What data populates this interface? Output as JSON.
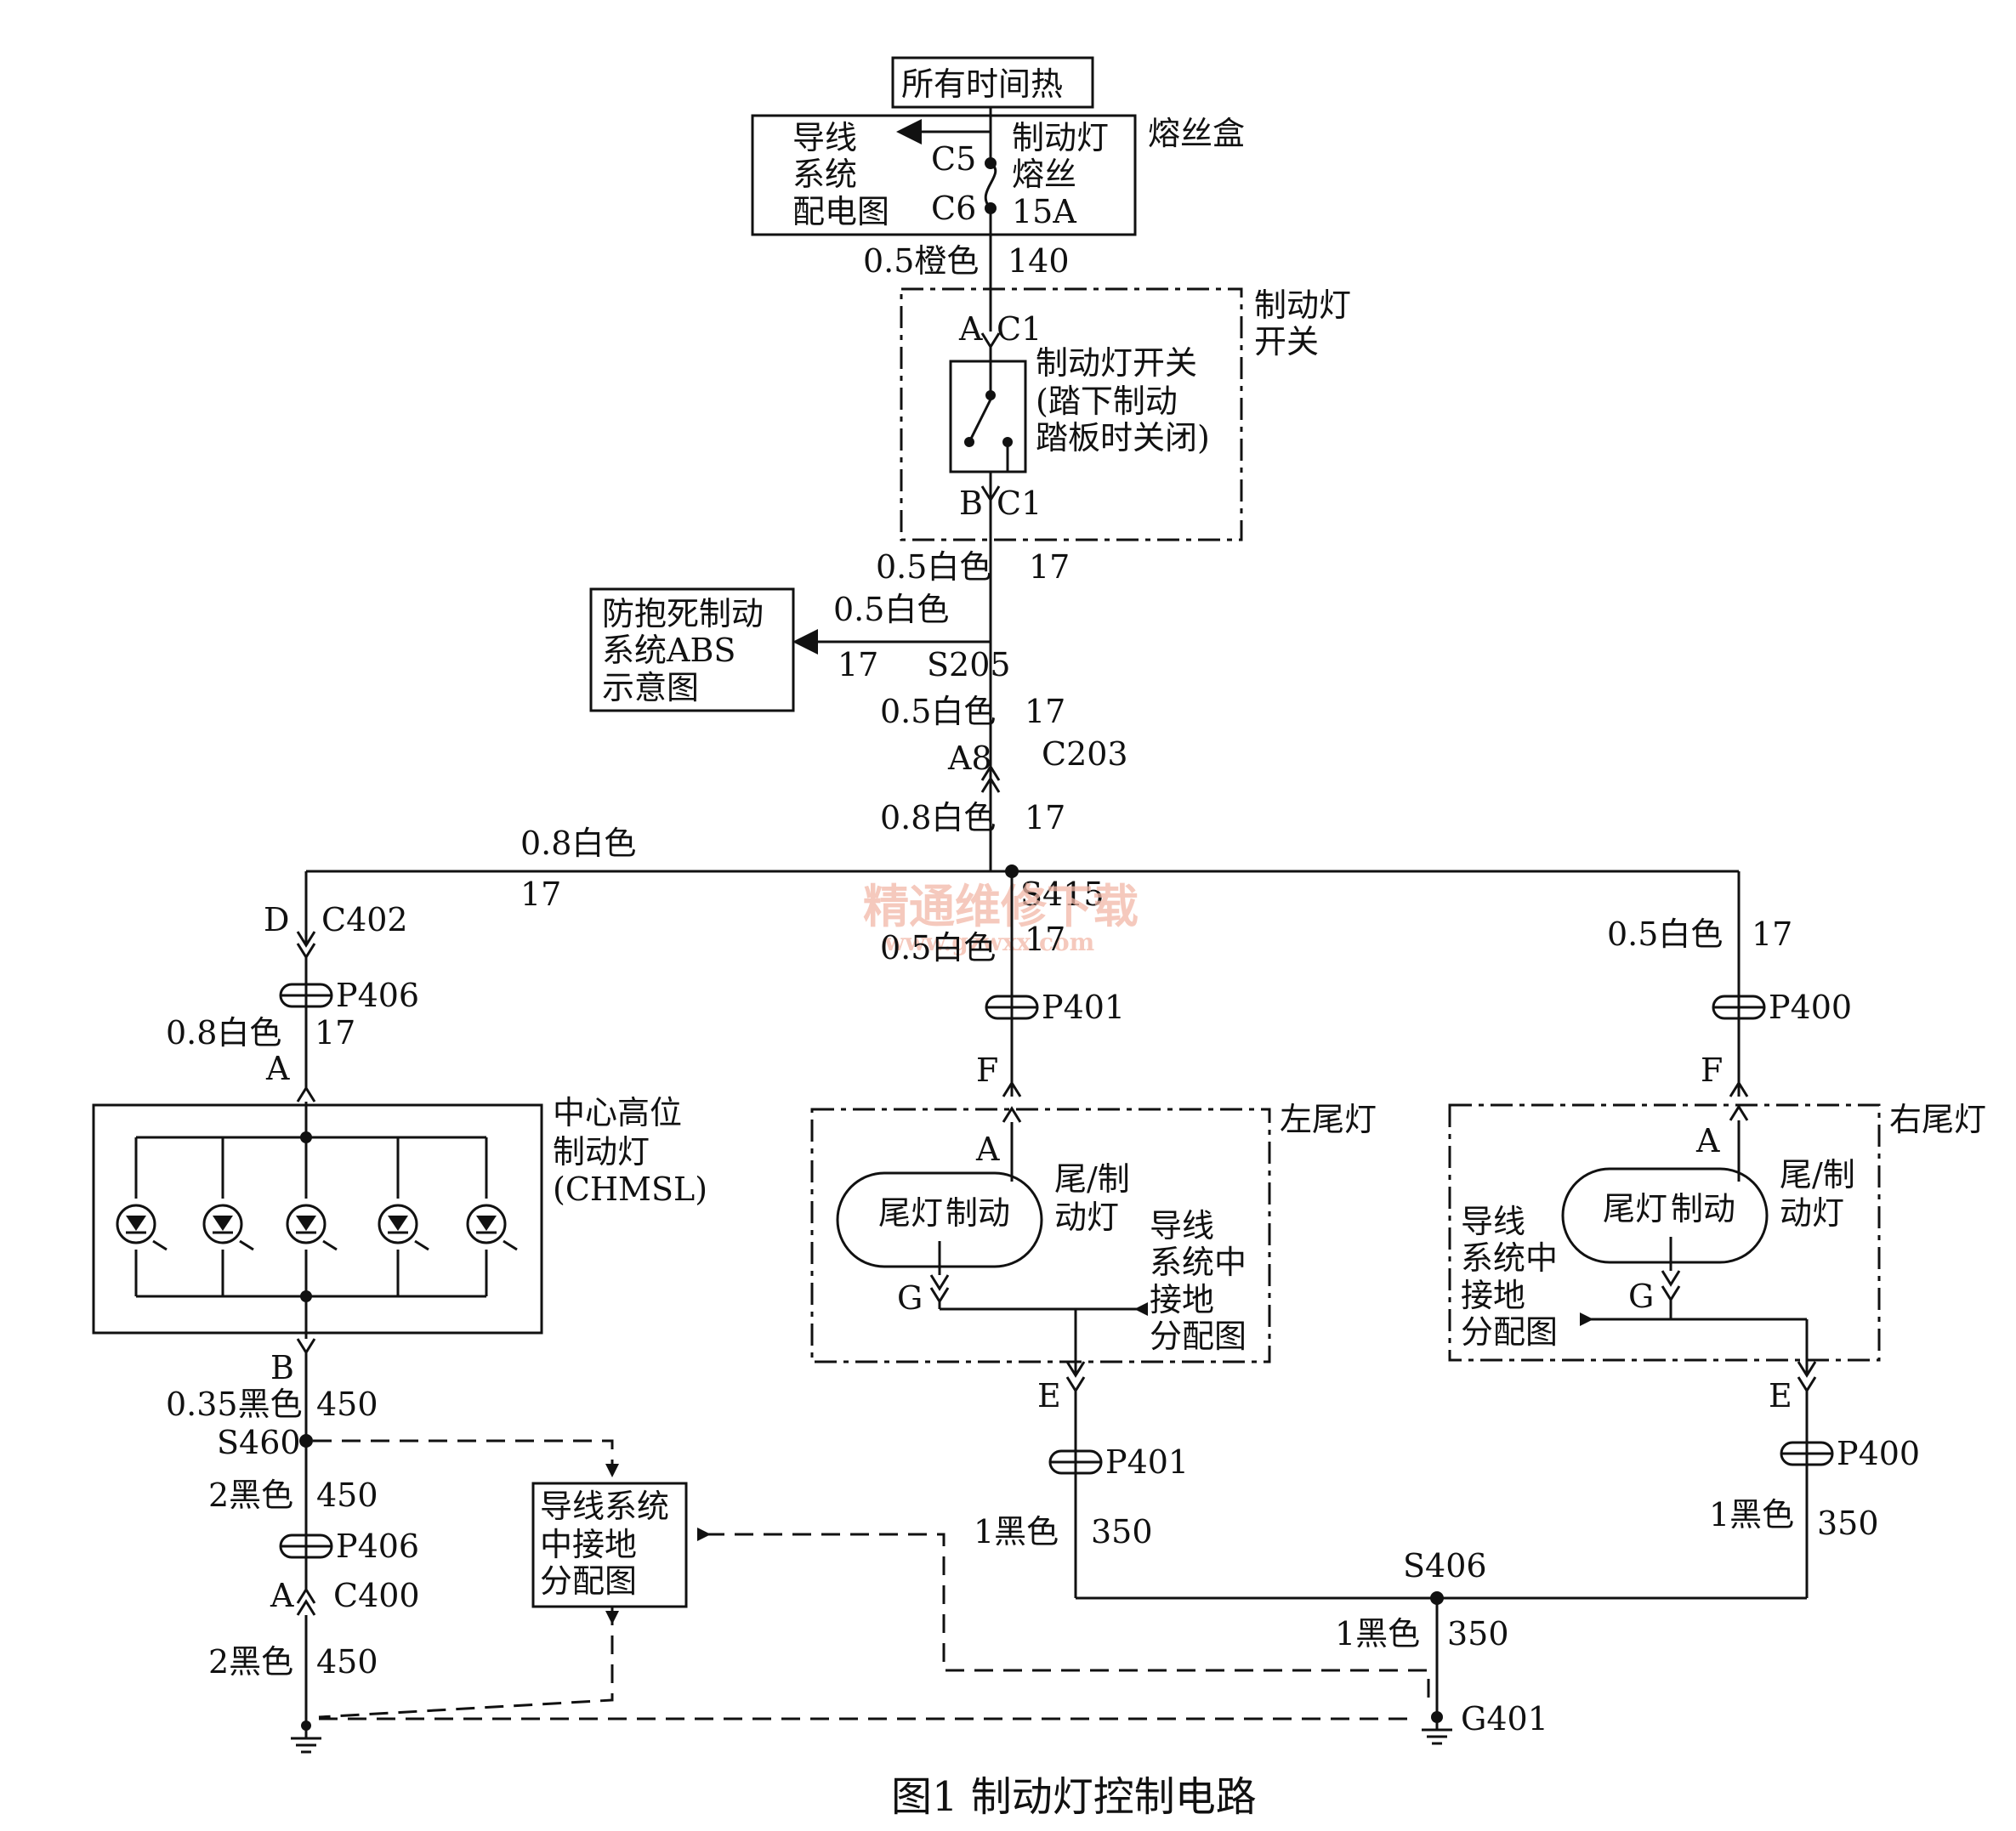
{
  "power": {
    "hot_label": "所有时间热"
  },
  "fuse_box": {
    "label": "熔丝盒",
    "power_dist_line1": "导线",
    "power_dist_line2": "系统",
    "power_dist_line3": "配电图",
    "fuse_line1": "制动灯",
    "fuse_line2": "熔丝",
    "fuse_rating": "15A",
    "pin_c5": "C5",
    "pin_c6": "C6"
  },
  "wire_orange": {
    "gauge_color": "0.5橙色",
    "circuit": "140"
  },
  "brake_switch": {
    "label_line1": "制动灯",
    "label_line2": "开关",
    "desc_line1": "制动灯开关",
    "desc_line2": "(踏下制动",
    "desc_line3": "踏板时关闭)",
    "pin_a": "A",
    "conn_a": "C1",
    "pin_b": "B",
    "conn_b": "C1"
  },
  "wires_upper": [
    {
      "gauge_color": "0.5白色",
      "circuit": "17"
    },
    {
      "gauge_color": "0.5白色",
      "circuit": "17"
    },
    {
      "gauge_color": "0.5白色",
      "circuit": "17"
    }
  ],
  "abs": {
    "line1": "防抱死制动",
    "line2": "系统ABS",
    "line3": "示意图",
    "splice": "S205"
  },
  "c203": {
    "pin": "A8",
    "conn": "C203"
  },
  "wire_08": {
    "gauge_color": "0.8白色",
    "circuit": "17"
  },
  "bus": {
    "gauge_color": "0.8白色",
    "circuit": "17",
    "splice": "S415"
  },
  "chmsl_branch": {
    "pin_d": "D",
    "conn": "C402",
    "pass": "P406",
    "gauge_color": "0.8白色",
    "circuit": "17",
    "pin_a": "A",
    "label_line1": "中心高位",
    "label_line2": "制动灯",
    "label_line3": "(CHMSL)",
    "pin_b": "B",
    "wire_out_gauge": "0.35黑色",
    "wire_out_circuit": "450",
    "splice": "S460",
    "wire2_gauge": "2黑色",
    "wire2_circuit": "450",
    "pass2": "P406",
    "pin_a2": "A",
    "conn2": "C400",
    "wire3_gauge": "2黑色",
    "wire3_circuit": "450"
  },
  "left_tail": {
    "label": "左尾灯",
    "wire_in_gauge": "0.5白色",
    "wire_in_circuit": "17",
    "pass_in": "P401",
    "pin_f": "F",
    "pin_a": "A",
    "lamp_line1": "尾/制",
    "lamp_line2": "动灯",
    "bulb_tail": "尾灯",
    "bulb_brake": "制动",
    "ground_line1": "导线",
    "ground_line2": "系统中",
    "ground_line3": "接地",
    "ground_line4": "分配图",
    "pin_g": "G",
    "pin_e": "E",
    "pass_out": "P401",
    "wire_out_gauge": "1黑色",
    "wire_out_circuit": "350"
  },
  "right_tail": {
    "label": "右尾灯",
    "wire_in_gauge": "0.5白色",
    "wire_in_circuit": "17",
    "pass_in": "P400",
    "pin_f": "F",
    "pin_a": "A",
    "lamp_line1": "尾/制",
    "lamp_line2": "动灯",
    "bulb_tail": "尾灯",
    "bulb_brake": "制动",
    "ground_line1": "导线",
    "ground_line2": "系统中",
    "ground_line3": "接地",
    "ground_line4": "分配图",
    "pin_g": "G",
    "pin_e": "E",
    "pass_out": "P400",
    "wire_out_gauge": "1黑色",
    "wire_out_circuit": "350"
  },
  "ground_ref_box": {
    "line1": "导线系统",
    "line2": "中接地",
    "line3": "分配图"
  },
  "ground": {
    "splice": "S406",
    "wire_gauge": "1黑色",
    "wire_circuit": "350",
    "point": "G401"
  },
  "watermark": {
    "line1": "精通维修下载",
    "line2": "www.gzwxx.com"
  },
  "caption": "图1  制动灯控制电路"
}
